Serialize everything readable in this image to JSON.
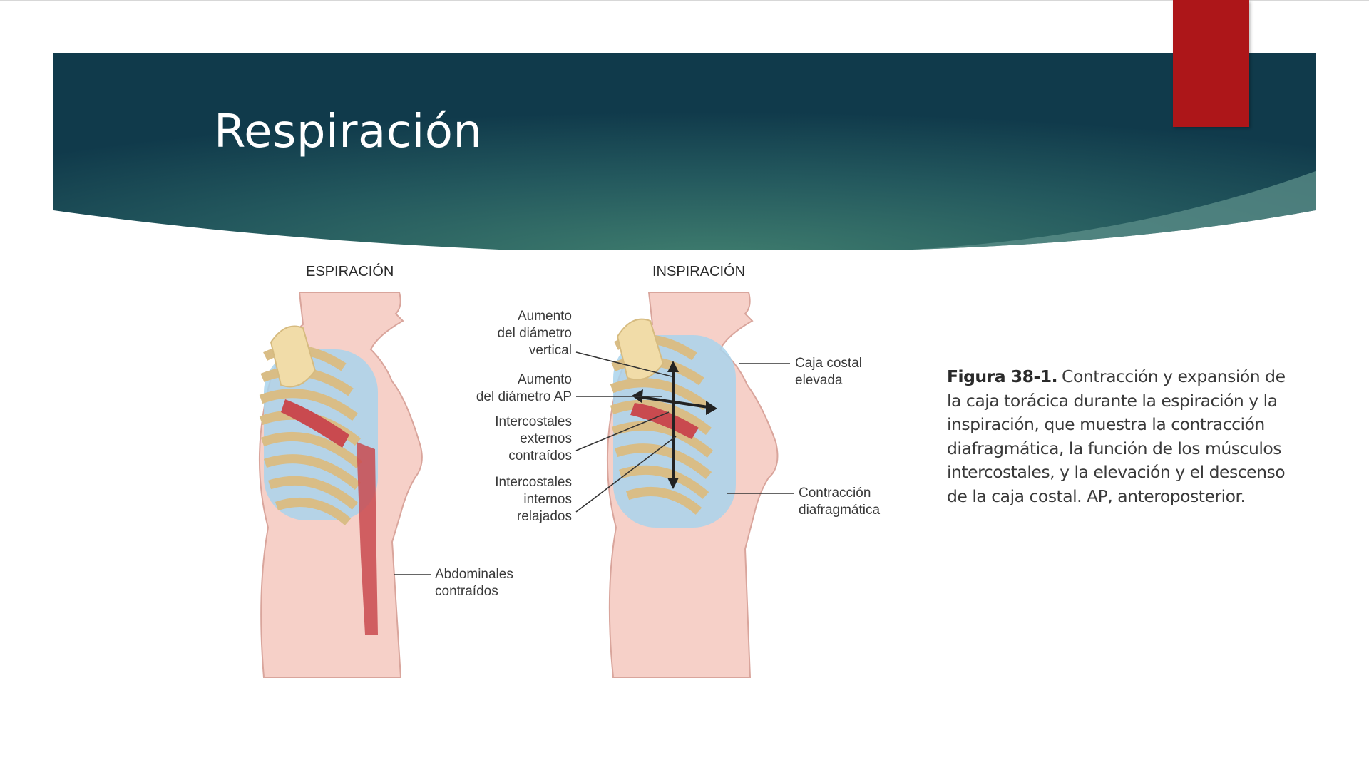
{
  "slide": {
    "title": "Respiración"
  },
  "figure": {
    "panels": {
      "left_title": "ESPIRACIÓN",
      "right_title": "INSPIRACIÓN"
    },
    "labels": {
      "vertical": [
        "Aumento",
        "del diámetro",
        "vertical"
      ],
      "ap": [
        "Aumento",
        "del diámetro AP"
      ],
      "external": [
        "Intercostales",
        "externos",
        "contraídos"
      ],
      "internal": [
        "Intercostales",
        "internos",
        "relajados"
      ],
      "abdominals": [
        "Abdominales",
        "contraídos"
      ],
      "ribcage": [
        "Caja costal",
        "elevada"
      ],
      "diaphragm": [
        "Contracción",
        "diafragmática"
      ]
    },
    "colors": {
      "skin": "#f6cfc8",
      "bone": "#f1dca8",
      "lung": "#a9d4ec",
      "muscle": "#c94a4f"
    }
  },
  "caption": {
    "label": "Figura 38-1.",
    "text": "Contracción y expansión de la caja torácica durante la espiración y la inspiración, que muestra la contracción diafragmática, la función de los músculos intercostales, y la elevación y el descenso de la caja costal. AP, anteroposterior."
  },
  "theme": {
    "banner_dark": "#0f3a4a",
    "banner_light": "#3d7b6c",
    "accent_red": "#ad1619"
  }
}
